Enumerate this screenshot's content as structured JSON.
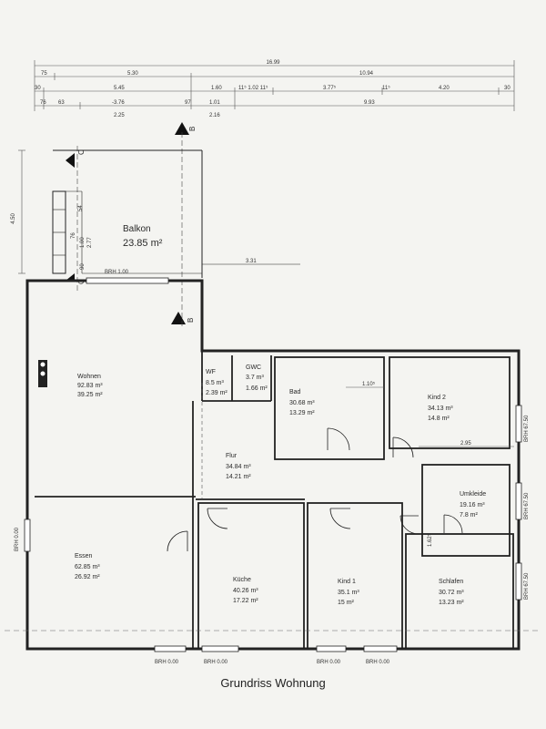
{
  "caption": "Grundriss Wohnung",
  "dimensions": {
    "top_total": "16.99",
    "row2_a": "75",
    "row2_b": "5.30",
    "row2_c": "10.94",
    "row3_a": "30",
    "row3_b": "5.45",
    "row3_c": "1.60",
    "row3_d": "11⁵ 1.02 11⁵",
    "row3_e": "3.77⁵",
    "row3_f": "11⁵",
    "row3_g": "4.20",
    "row3_h": "30",
    "row4_a": "76",
    "row4_b": "63",
    "row4_c": "-3.76",
    "row4_d": "97",
    "row4_e": "1.01",
    "row4_f": "9.93",
    "row5_a": "2.25",
    "row5_b": "2.16",
    "side_450": "4.50",
    "dim_331": "3.31",
    "dim_110": "1.10⁵",
    "dim_295": "2.95",
    "dim_162": "1.62⁵",
    "brh_top": "BRH 1.00",
    "brh_left": "BRH 0.00",
    "brh_right1": "BRH 67.50",
    "brh_right2": "BRH 67.50",
    "brh_right3": "BRH 67.50",
    "brh_b1": "BRH 0.00",
    "brh_b2": "BRH 0.00",
    "brh_b3": "BRH 0.00",
    "brh_b4": "BRH 0.00",
    "v_54": "54",
    "v_277": "2.77",
    "v_100": "1.00",
    "v_76": "76",
    "v_90": "90"
  },
  "section_marks": {
    "b_top": "B",
    "b_mid": "B",
    "c_top": "C",
    "c_mid": "C"
  },
  "rooms": {
    "balkon": {
      "name": "Balkon",
      "area": "23.85 m²"
    },
    "wohnen": {
      "name": "Wohnen",
      "area1": "92.83 m³",
      "area2": "39.25 m²"
    },
    "wf": {
      "name": "WF",
      "area1": "8.5 m³",
      "area2": "2.39 m²"
    },
    "gwc": {
      "name": "GWC",
      "area1": "3.7 m³",
      "area2": "1.66 m²"
    },
    "bad": {
      "name": "Bad",
      "area1": "30.68 m³",
      "area2": "13.29 m²"
    },
    "kind2": {
      "name": "Kind 2",
      "area1": "34.13 m³",
      "area2": "14.8 m²"
    },
    "flur": {
      "name": "Flur",
      "area1": "34.84 m³",
      "area2": "14.21 m²"
    },
    "umkleide": {
      "name": "Umkleide",
      "area1": "19.16 m³",
      "area2": "7.8 m²"
    },
    "essen": {
      "name": "Essen",
      "area1": "62.85 m³",
      "area2": "26.92 m²"
    },
    "kueche": {
      "name": "Küche",
      "area1": "40.26 m³",
      "area2": "17.22 m²"
    },
    "kind1": {
      "name": "Kind 1",
      "area1": "35.1 m³",
      "area2": "15 m²"
    },
    "schlafen": {
      "name": "Schlafen",
      "area1": "30.72 m³",
      "area2": "13.23 m²"
    }
  }
}
